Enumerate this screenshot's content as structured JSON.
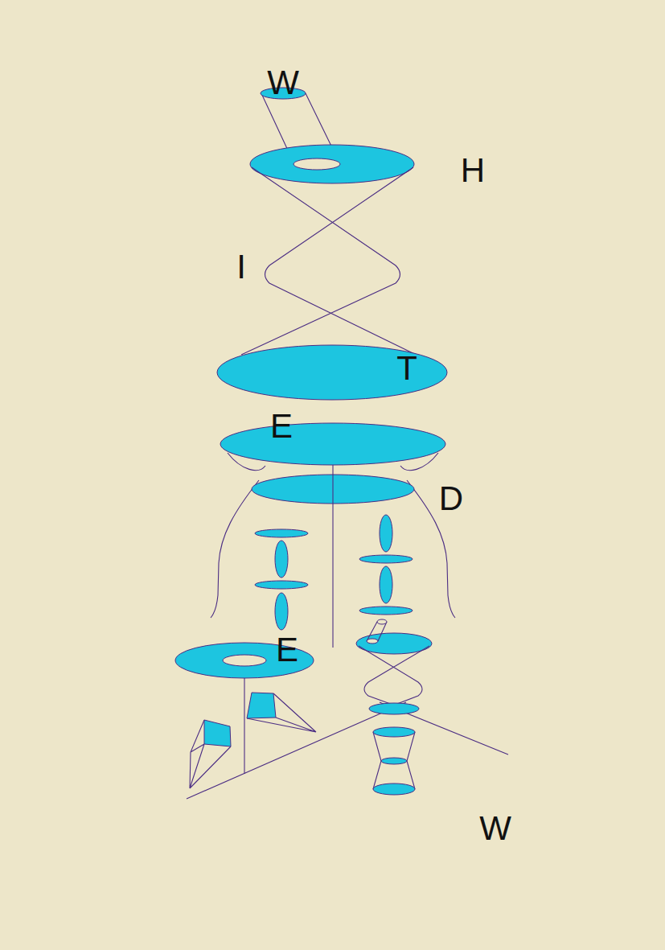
{
  "diagram": {
    "labels": [
      "W",
      "H",
      "I",
      "T",
      "E",
      "D",
      "E",
      "W"
    ]
  }
}
